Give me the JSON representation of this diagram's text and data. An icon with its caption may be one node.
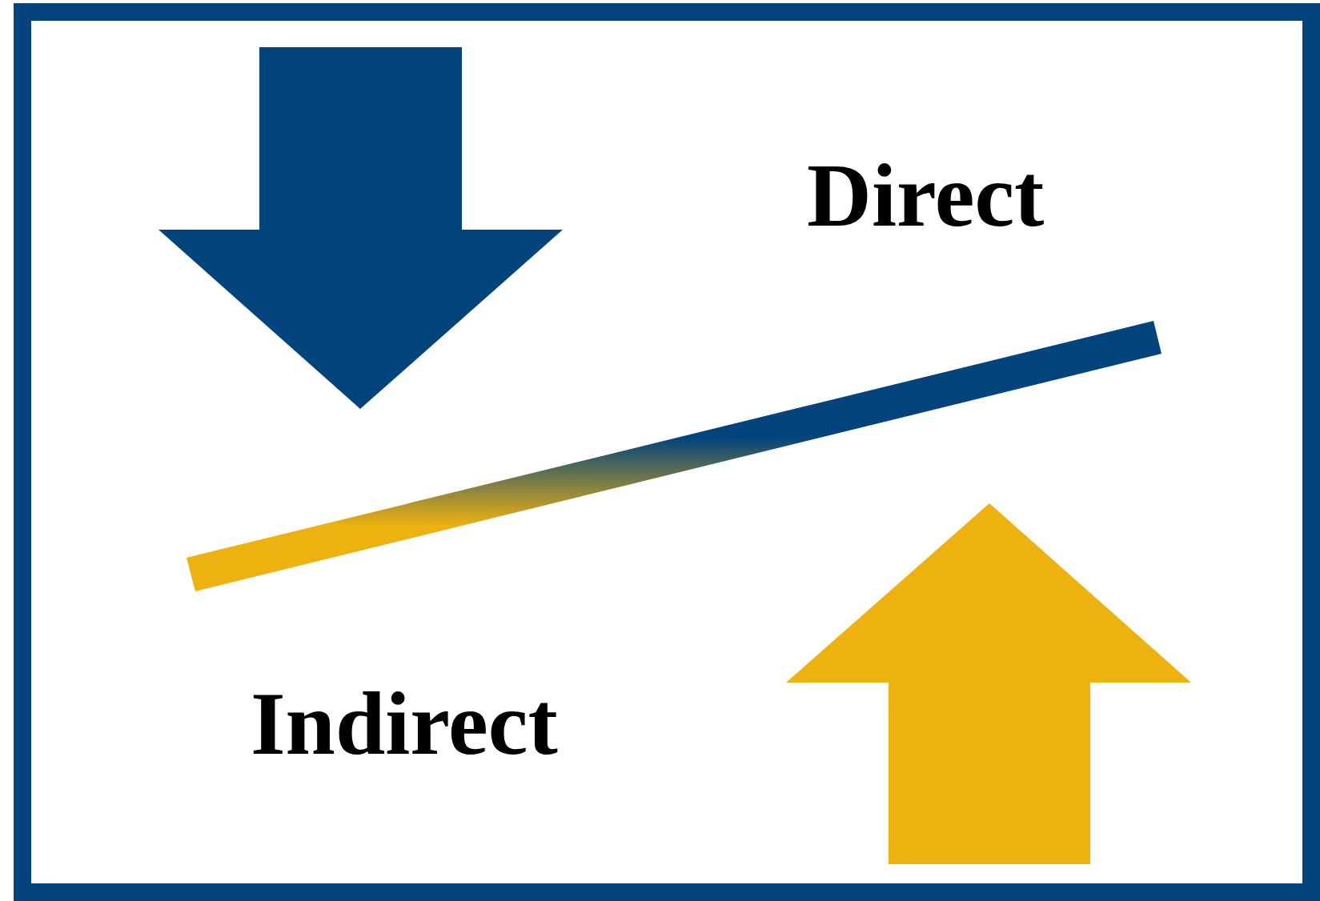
{
  "diagram": {
    "nodes": [
      {
        "text": [],
        "shape": "bar"
      }
    ],
    "labels": [
      "Direct",
      "Indirect"
    ]
  }
}
